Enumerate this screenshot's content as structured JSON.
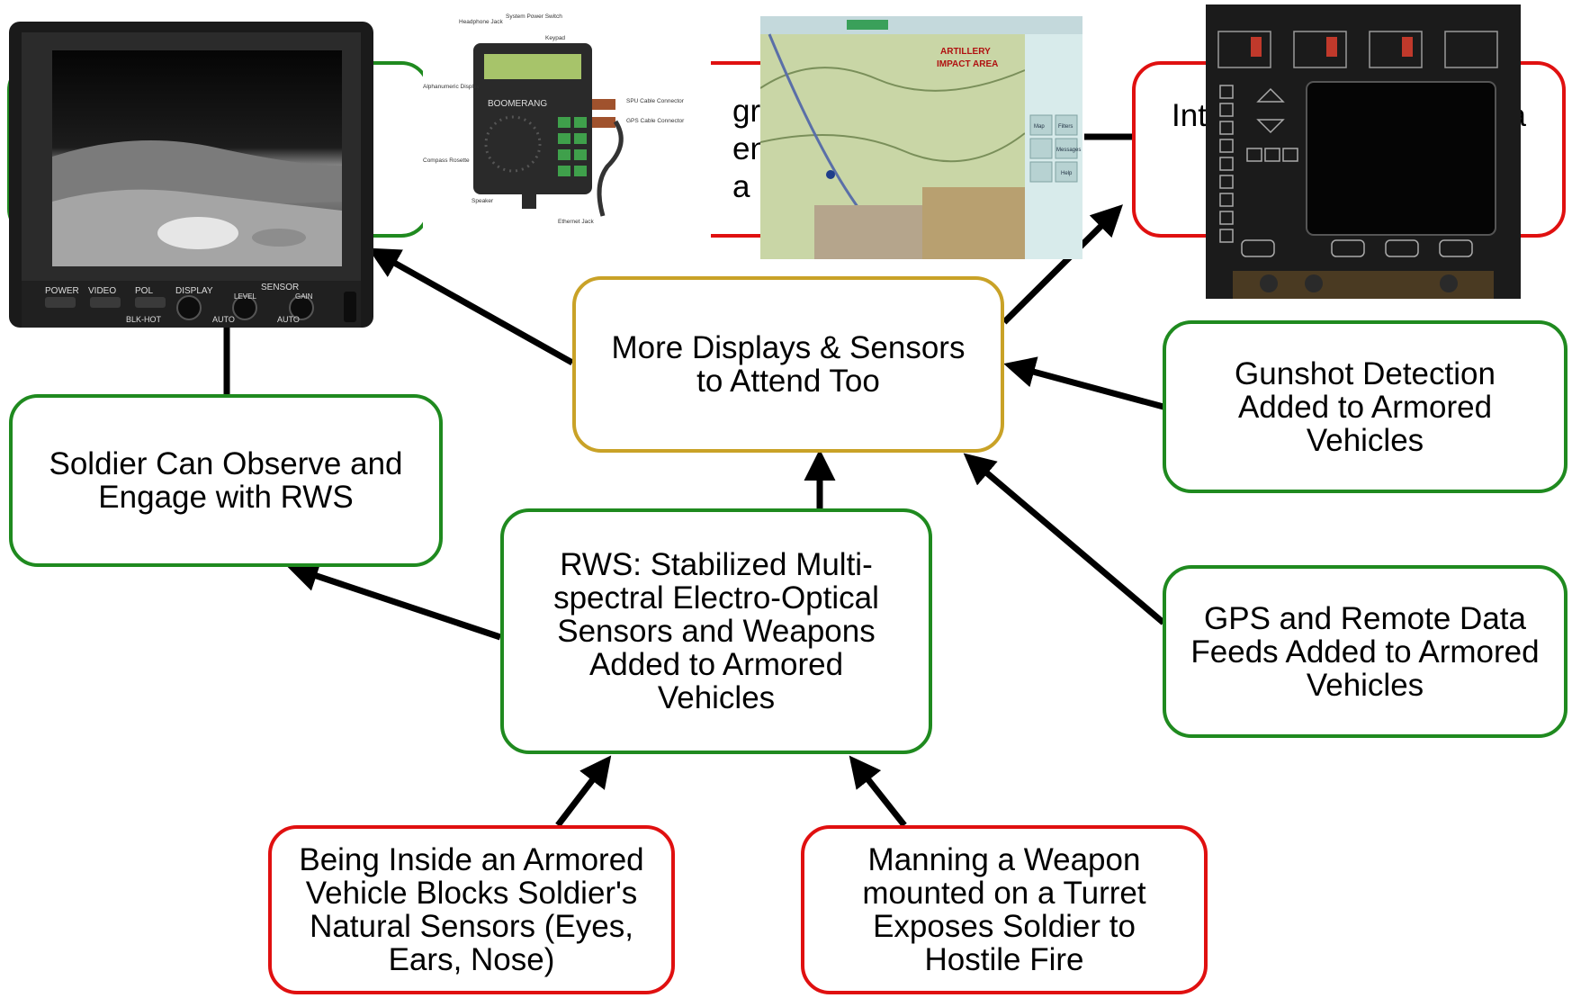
{
  "colors": {
    "green": "#1f8a1f",
    "red": "#e01010",
    "gold": "#c9a227",
    "arrow": "#000000"
  },
  "nodes": {
    "center": "More Displays & Sensors to Attend Too",
    "rws": "RWS:  Stabilized Multi-spectral Electro-Optical Sensors and Weapons Added to Armored Vehicles",
    "observe": "Soldier Can Observe and Engage with RWS",
    "gunshot": "Gunshot Detection Added to Armored Vehicles",
    "gps": "GPS and Remote Data Feeds Added to Armored Vehicles",
    "inside": "Being Inside an Armored Vehicle Blocks Soldier's Natural Sensors (Eyes, Ears, Nose)",
    "manning": "Manning a Weapon mounted on a Turret Exposes Soldier to Hostile Fire",
    "occluded_left": "grad ent a",
    "occluded_right_start": "Int",
    "occluded_right_end": "a"
  },
  "images": {
    "thermal_display": {
      "icon": "thermal-sight-display-photo",
      "labels": [
        "POWER",
        "VIDEO",
        "POL",
        "DISPLAY",
        "SENSOR",
        "LEVEL",
        "GAIN",
        "BLK-HOT",
        "AUTO",
        "AUTO"
      ]
    },
    "boomerang": {
      "icon": "boomerang-gunshot-detector-photo",
      "brand": "BOOMERANG",
      "callouts": [
        "Headphone Jack",
        "System Power Switch",
        "Keypad",
        "Alphanumeric Display",
        "SPU Cable Connector",
        "GPS Cable Connector",
        "Compass Rosette",
        "Speaker",
        "Ethernet Jack"
      ]
    },
    "map_screen": {
      "icon": "tactical-map-display-screenshot",
      "labels": [
        "ARTILLERY",
        "IMPACT AREA",
        "Map",
        "Filters",
        "Messages",
        "Help"
      ]
    },
    "control_panel": {
      "icon": "vehicle-control-display-panel-photo"
    }
  }
}
